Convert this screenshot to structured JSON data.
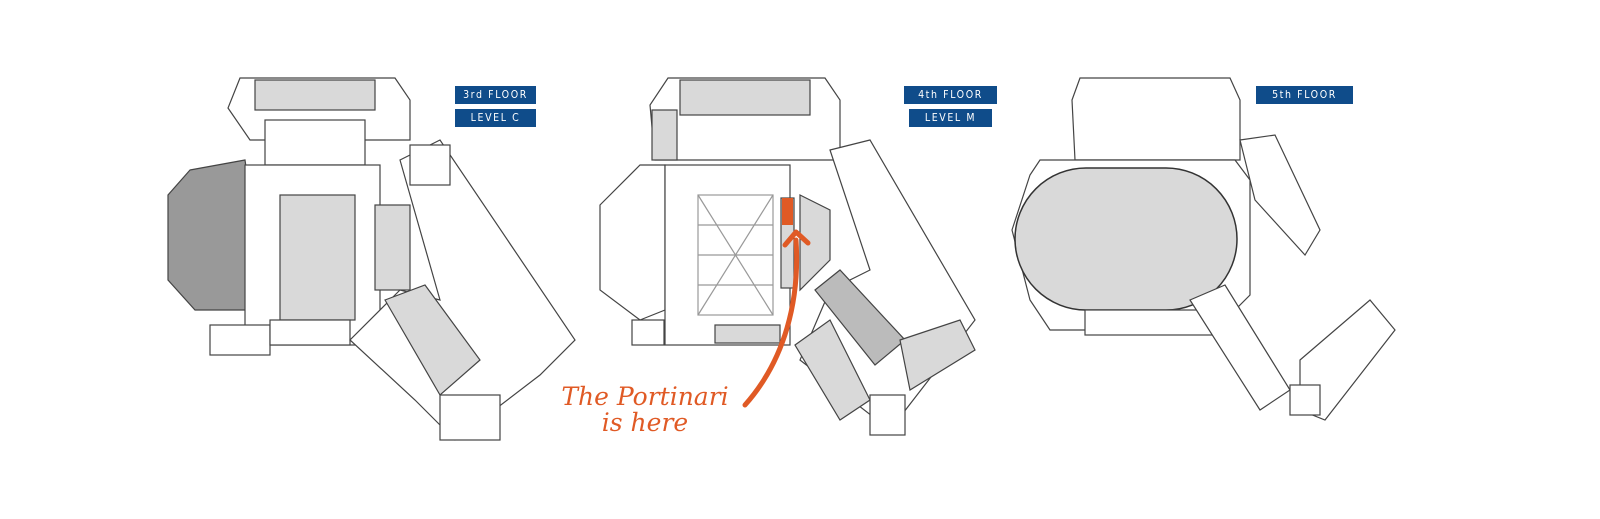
{
  "floors": [
    {
      "name": "3rd FLOOR",
      "level": "LEVEL C"
    },
    {
      "name": "4th FLOOR",
      "level": "LEVEL M"
    },
    {
      "name": "5th FLOOR"
    }
  ],
  "annotation": {
    "line1": "The Portinari",
    "line2": "is here"
  },
  "colors": {
    "label_bg": "#0f4c8a",
    "highlight": "#e05a25",
    "room_fill": "#d9d9d9",
    "wall": "#333333"
  }
}
